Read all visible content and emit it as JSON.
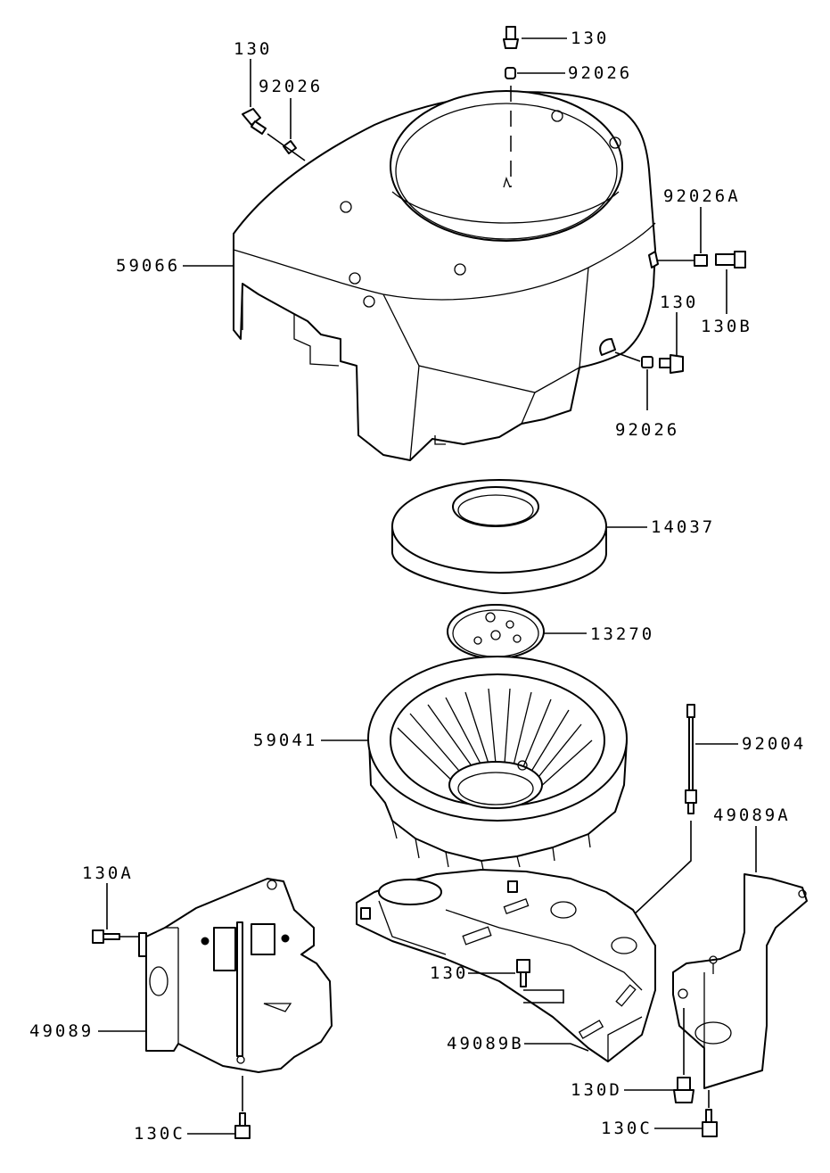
{
  "callouts": {
    "p130_top": "130",
    "p92026_top": "92026",
    "p130_left": "130",
    "p92026_left": "92026",
    "p59066": "59066",
    "p92026A": "92026A",
    "p130B": "130B",
    "p130_right": "130",
    "p92026_right": "92026",
    "p14037": "14037",
    "p13270": "13270",
    "p59041": "59041",
    "p92004": "92004",
    "p49089A": "49089A",
    "p130A": "130A",
    "p130_mid": "130",
    "p49089": "49089",
    "p49089B": "49089B",
    "p130D": "130D",
    "p130C_left": "130C",
    "p130C_right": "130C"
  }
}
